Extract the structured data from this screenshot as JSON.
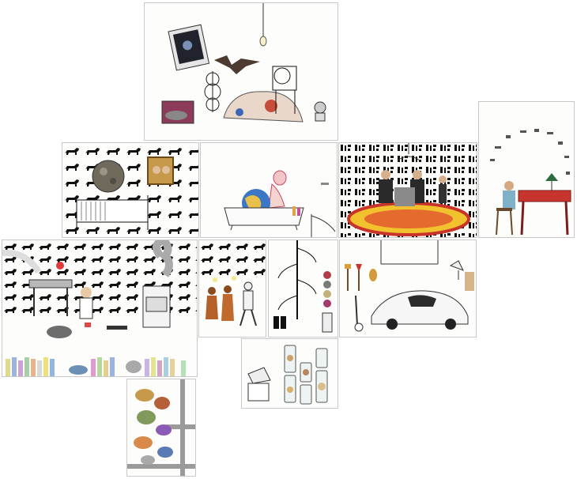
{
  "colors": {
    "background": "#ffffff",
    "panel_border": "#c9c9c9",
    "wallpaper_motif": "#111111",
    "rug_red": "#c9342a",
    "rug_yellow": "#f2c12e",
    "desk_red": "#c8352e",
    "stone": "#a9a9a9"
  },
  "panels": [
    {
      "id": "attic",
      "icon": "attic-panel"
    },
    {
      "id": "bedroom",
      "icon": "bedroom-panel"
    },
    {
      "id": "bathroom",
      "icon": "bathroom-panel"
    },
    {
      "id": "living-room",
      "icon": "living-room-panel"
    },
    {
      "id": "study",
      "icon": "study-panel"
    },
    {
      "id": "kitchen",
      "icon": "kitchen-panel"
    },
    {
      "id": "evolution",
      "icon": "evolution-panel"
    },
    {
      "id": "staircase",
      "icon": "staircase-panel"
    },
    {
      "id": "garage",
      "icon": "garage-panel"
    },
    {
      "id": "jars",
      "icon": "jars-panel"
    },
    {
      "id": "pipes",
      "icon": "pipes-panel"
    }
  ]
}
